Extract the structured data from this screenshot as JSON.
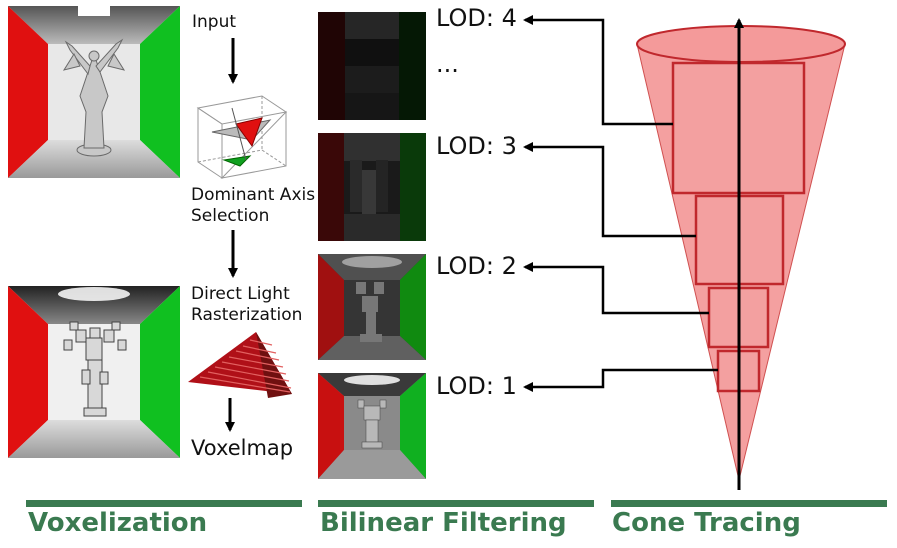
{
  "voxelization": {
    "input_label": "Input",
    "dominant_axis_label": "Dominant Axis\nSelection",
    "direct_light_label": "Direct Light\nRasterization",
    "voxelmap_label": "Voxelmap"
  },
  "filtering": {
    "lods": [
      "LOD: 4",
      "LOD: 3",
      "LOD: 2",
      "LOD: 1"
    ],
    "ellipsis": "..."
  },
  "sections": [
    {
      "title": "Voxelization"
    },
    {
      "title": "Bilinear Filtering"
    },
    {
      "title": "Cone Tracing"
    }
  ],
  "colors": {
    "accent_green": "#3a7a50",
    "cone_fill": "#f08080",
    "cone_stroke": "#c0282d",
    "wall_red": "#e01010",
    "wall_green": "#10c020"
  }
}
